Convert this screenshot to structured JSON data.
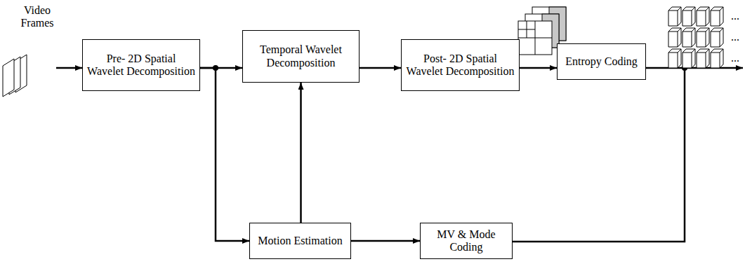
{
  "diagram": {
    "nodes": [
      {
        "text": [
          "Pre- 2D Spatial Wavelet Decomposition"
        ]
      },
      {
        "text": [
          "Temporal Wavelet Decomposition"
        ]
      },
      {
        "text": [
          "Post- 2D Spatial Wavelet Decomposition"
        ]
      },
      {
        "text": [
          "Entropy Coding"
        ]
      },
      {
        "text": [
          "Motion Estimation"
        ]
      },
      {
        "text": [
          "MV & Mode Coding"
        ]
      }
    ],
    "edges": [
      {
        "from": 0,
        "to": 1,
        "arrow": "to"
      },
      {
        "from": 0,
        "to": 4,
        "arrow": "to"
      },
      {
        "from": 4,
        "to": 1,
        "arrow": "to"
      },
      {
        "from": 1,
        "to": 2,
        "arrow": "to"
      },
      {
        "from": 2,
        "to": 3,
        "arrow": "to"
      },
      {
        "from": 4,
        "to": 5,
        "arrow": "to"
      }
    ],
    "labels": [
      "Video Frames",
      "...",
      "...",
      "..."
    ]
  }
}
